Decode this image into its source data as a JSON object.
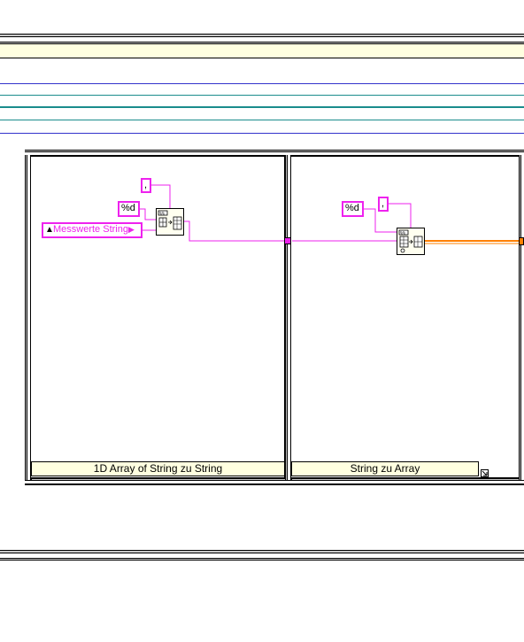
{
  "colors": {
    "string_wire": "#ee22ee",
    "array_wire": "#ff8000",
    "frame_label_bg": "#ffffe0",
    "top_band_bg": "#ffffe0",
    "line_blue": "#3333cc",
    "line_teal": "#1a8c8c"
  },
  "frames": [
    {
      "label": "1D Array of String zu String",
      "constants": {
        "format": "%d",
        "delimiter": ","
      },
      "control": {
        "label": "Messwerte String",
        "icon": "arrow-up-icon"
      },
      "node": "array-to-spreadsheet-string-icon"
    },
    {
      "label": "String zu Array",
      "constants": {
        "format": "%d",
        "delimiter": ","
      },
      "node": "spreadsheet-string-to-array-icon"
    }
  ]
}
